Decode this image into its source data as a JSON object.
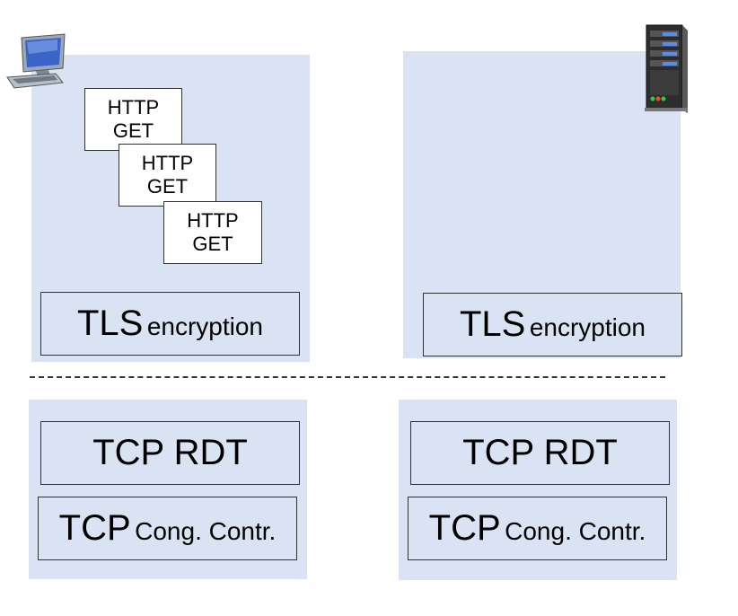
{
  "client": {
    "http_messages": [
      {
        "line1": "HTTP",
        "line2": "GET"
      },
      {
        "line1": "HTTP",
        "line2": "GET"
      },
      {
        "line1": "HTTP",
        "line2": "GET"
      }
    ],
    "tls": {
      "main": "TLS",
      "sub": "encryption"
    },
    "tcp_rdt": "TCP RDT",
    "tcp_cc": {
      "main": "TCP",
      "sub": "Cong. Contr."
    }
  },
  "server": {
    "tls": {
      "main": "TLS",
      "sub": "encryption"
    },
    "tcp_rdt": "TCP RDT",
    "tcp_cc": {
      "main": "TCP",
      "sub": "Cong. Contr."
    }
  },
  "icons": {
    "client": "desktop-computer-icon",
    "server": "server-tower-icon"
  },
  "colors": {
    "panel": "#dae3f3",
    "border": "#333333"
  }
}
